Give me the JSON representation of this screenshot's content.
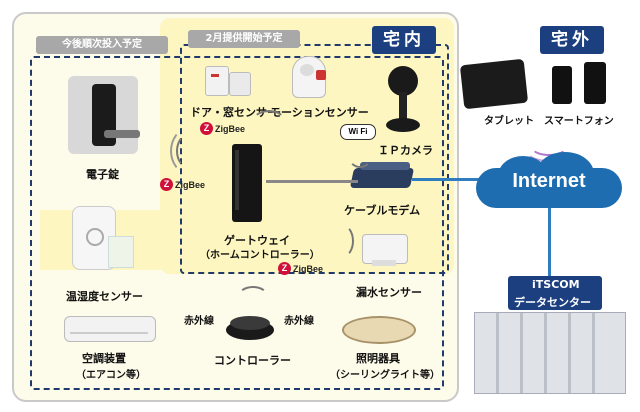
{
  "section_home": "宅内",
  "section_outside": "宅外",
  "tag_future": "今後順次投入予定",
  "tag_feb": "2月提供開始予定",
  "devices": {
    "door_sensor": "ドア・窓センサー",
    "motion_sensor": "モーションセンサー",
    "ip_camera": "ＩＰカメラ",
    "wifi": "Wi Fi",
    "cable_modem": "ケーブルモデム",
    "gateway_line1": "ゲートウェイ",
    "gateway_line2": "（ホームコントローラー）",
    "door_lock": "電子錠",
    "thermo_sensor": "温湿度センサー",
    "water_sensor": "漏水センサー",
    "aircon_line1": "空調装置",
    "aircon_line2": "（エアコン等）",
    "controller": "コントローラー",
    "lighting_line1": "照明器具",
    "lighting_line2": "（シーリングライト等）",
    "ir_left": "赤外線",
    "ir_right": "赤外線",
    "tablet": "タブレット",
    "smartphone": "スマートフォン"
  },
  "zigbee": [
    "ZigBee",
    "ZigBee",
    "ZigBee"
  ],
  "internet": "Internet",
  "datacenter_line1": "iTSCOM",
  "datacenter_line2": "データセンター",
  "colors": {
    "home_fill": "#fdf8c8",
    "home_border": "#1f3a6b",
    "title_bg": "#1c3f80",
    "cloud": "#1e6db0",
    "link": "#2f7dbe",
    "zigbee_red": "#d0103a"
  }
}
